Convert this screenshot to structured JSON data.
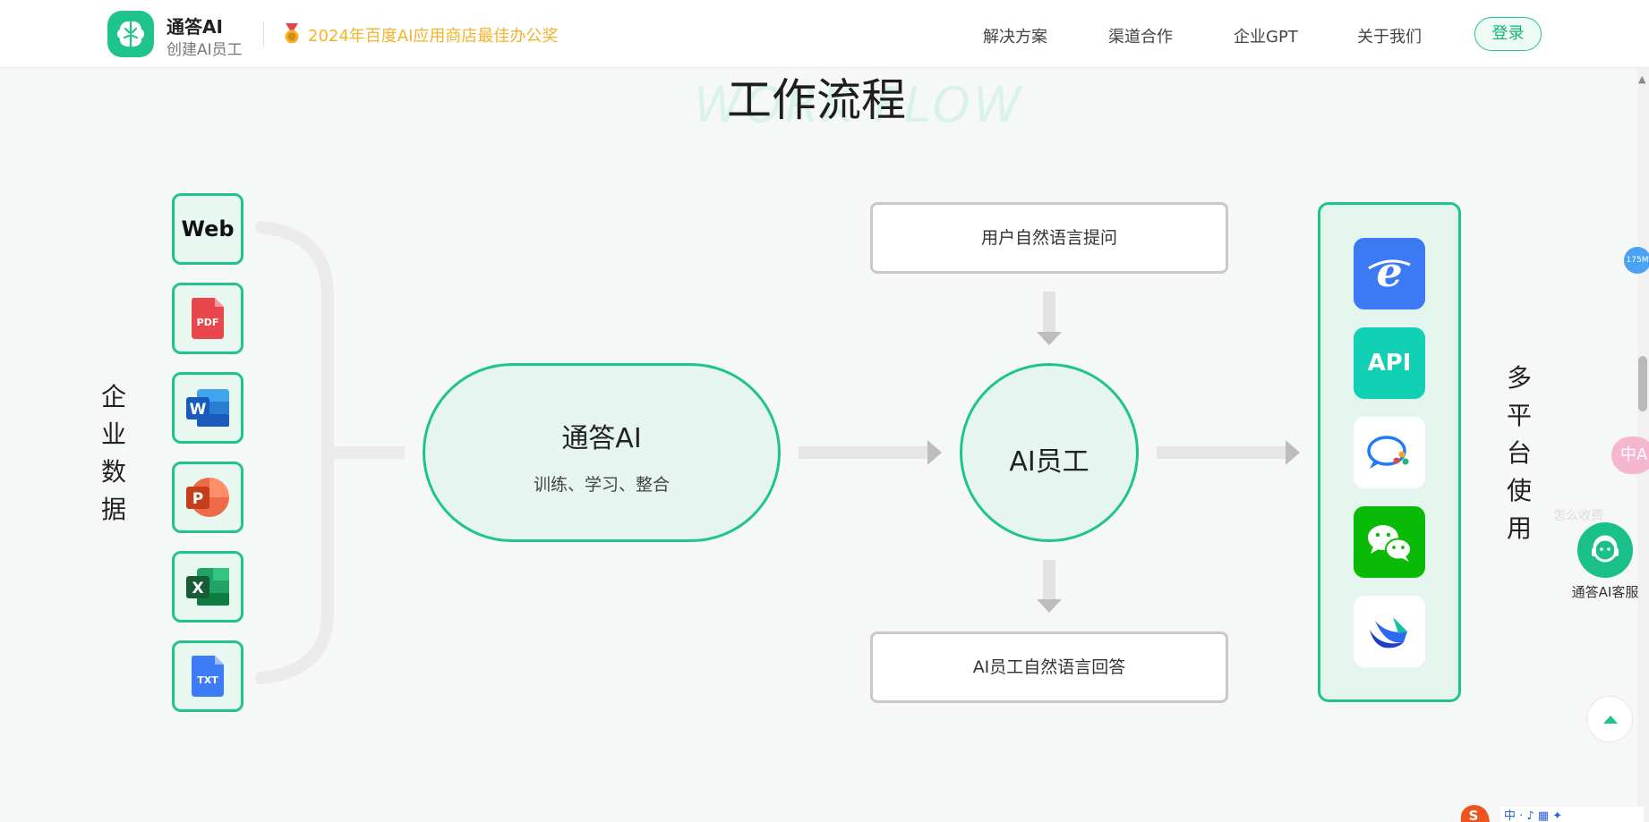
{
  "header": {
    "brand_name": "通答AI",
    "brand_tagline": "创建AI员工",
    "award": "2024年百度AI应用商店最佳办公奖",
    "nav": [
      "解决方案",
      "渠道合作",
      "企业GPT",
      "关于我们"
    ],
    "login": "登录"
  },
  "section": {
    "title": "工作流程",
    "watermark": "WORK FLOW"
  },
  "left": {
    "label": [
      "企",
      "业",
      "数",
      "据"
    ],
    "sources": [
      "Web",
      "PDF",
      "W",
      "P",
      "X",
      "TXT"
    ]
  },
  "flow": {
    "train_title": "通答AI",
    "train_subtitle": "训练、学习、整合",
    "employee": "AI员工",
    "question": "用户自然语言提问",
    "answer": "AI员工自然语言回答"
  },
  "platforms": {
    "label": [
      "多",
      "平",
      "台",
      "使",
      "用"
    ],
    "api_label": "API"
  },
  "floaters": {
    "memory_badge": "175M",
    "translate_label": "中A",
    "ghost_text": "怎么收费",
    "service_label": "通答AI客服"
  },
  "colors": {
    "accent": "#1ec48a",
    "award": "#f3b32a",
    "panel_bg": "#e4f5ee"
  }
}
